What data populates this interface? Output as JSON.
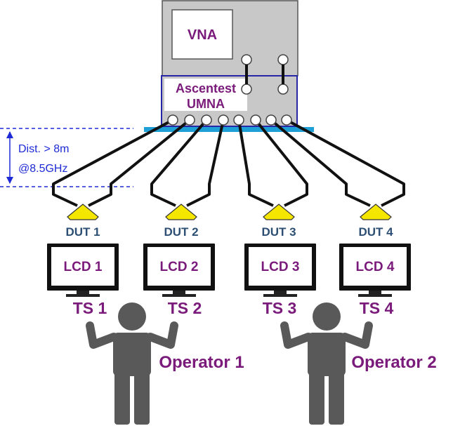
{
  "instrument": {
    "label": "VNA"
  },
  "switch_unit": {
    "line1": "Ascentest",
    "line2": "UMNA"
  },
  "distance_note": {
    "line1": "Dist. > 8m",
    "line2": "@8.5GHz"
  },
  "duts": [
    {
      "dut": "DUT 1",
      "lcd": "LCD 1",
      "ts": "TS 1"
    },
    {
      "dut": "DUT 2",
      "lcd": "LCD 2",
      "ts": "TS 2"
    },
    {
      "dut": "DUT 3",
      "lcd": "LCD 3",
      "ts": "TS 3"
    },
    {
      "dut": "DUT 4",
      "lcd": "LCD 4",
      "ts": "TS 4"
    }
  ],
  "operators": [
    {
      "label": "Operator 1"
    },
    {
      "label": "Operator 2"
    }
  ],
  "colors": {
    "label_purple": "#7a1a7a",
    "dut_blue": "#2d4f74",
    "instrument_grey": "#c8c8c8",
    "rail_blue": "#1e9fd6",
    "unit_border": "#2626a6",
    "dashed_blue": "#1d2ad6",
    "dut_yellow": "#f5e600",
    "operator_grey": "#595959"
  }
}
